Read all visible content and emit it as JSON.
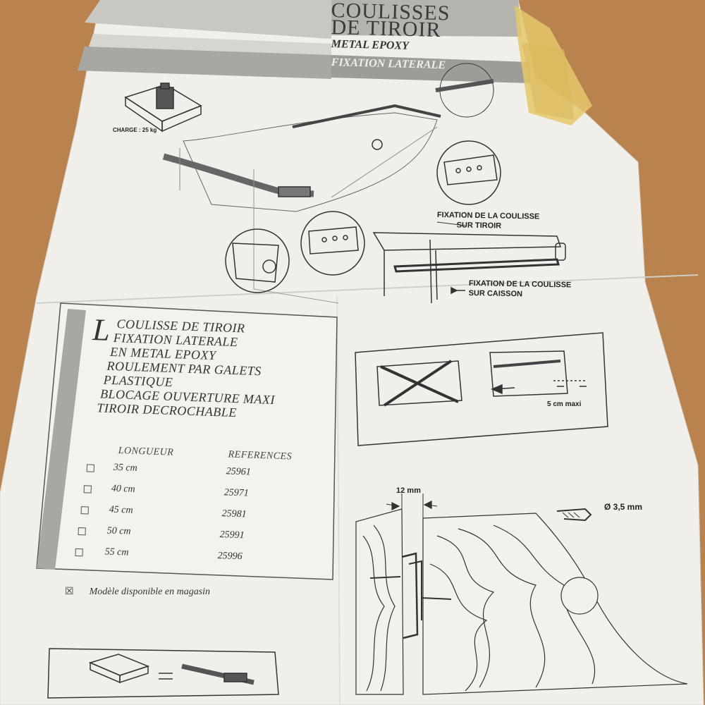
{
  "header": {
    "title_line1": "COULISSES",
    "title_line2": "DE TIROIR",
    "subtitle1": "METAL EPOXY",
    "subtitle2": "FIXATION LATERALE"
  },
  "figure_top": {
    "charge_label": "CHARGE : 25 kg",
    "fixation_tiroir": "FIXATION DE LA COULISSE",
    "fixation_tiroir_2": "SUR TIROIR",
    "fixation_caisson": "FIXATION DE LA COULISSE",
    "fixation_caisson_2": "SUR CAISSON"
  },
  "spec": {
    "drop_cap": "L",
    "line1": "COULISSE DE TIROIR",
    "line2": "FIXATION LATERALE",
    "line3": "EN METAL EPOXY",
    "line4": "ROULEMENT PAR GALETS",
    "line5": "PLASTIQUE",
    "line6": "BLOCAGE OUVERTURE MAXI",
    "line7": "TIROIR DECROCHABLE",
    "col_length": "LONGUEUR",
    "col_ref": "REFERENCES",
    "rows": [
      {
        "length": "35 cm",
        "ref": "25961"
      },
      {
        "length": "40 cm",
        "ref": "25971"
      },
      {
        "length": "45 cm",
        "ref": "25981"
      },
      {
        "length": "50 cm",
        "ref": "25991"
      },
      {
        "length": "55 cm",
        "ref": "25996"
      }
    ],
    "note_mark": "☒",
    "note": "Modèle disponible en magasin"
  },
  "figure_right": {
    "max_label": "5 cm maxi",
    "gap_label": "12 mm",
    "screw_label": "Ø 3,5 mm"
  },
  "colors": {
    "table_bg": "#b9824f",
    "paper": "#f1efe9",
    "band_dark": "#a9a7a3",
    "band_light": "#c9c7c2",
    "tape": "#e4c86a",
    "ink": "#333333"
  }
}
